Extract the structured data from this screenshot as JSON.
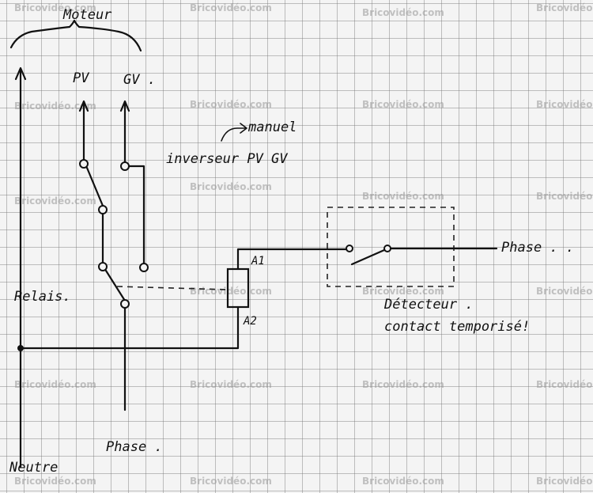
{
  "labels": {
    "moteur": "Moteur",
    "pv": "PV",
    "gv": "GV .",
    "manuel": "manuel",
    "inverseur": "inverseur PV GV",
    "relais": "Relais.",
    "a1": "A1",
    "a2": "A2",
    "phase_right": "Phase . .",
    "detecteur": "Détecteur .",
    "contact": "contact temporisé!",
    "phase_bottom": "Phase .",
    "neutre": "Neutre"
  },
  "watermark": "Bricovidéo.com",
  "colors": {
    "ink": "#111111",
    "paper": "#f4f4f4",
    "grid": "#8a8a8a",
    "watermark": "#9a9a9a"
  }
}
